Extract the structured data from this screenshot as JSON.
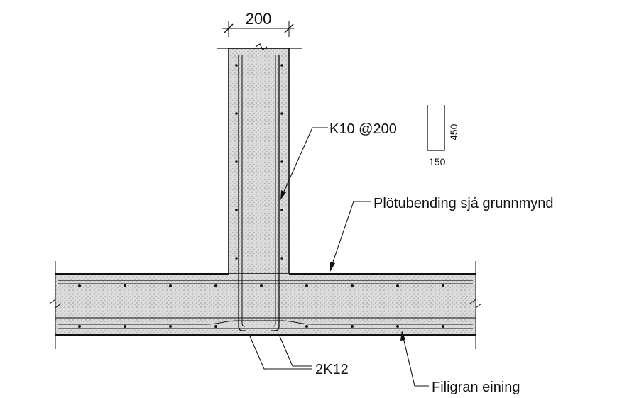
{
  "dimensions": {
    "wall_width": "200",
    "stirrup_height": "450",
    "stirrup_width": "150"
  },
  "labels": {
    "wall_rebar": "K10 @200",
    "top_bending": "Plötubending sjá grunnmynd",
    "bottom_bars": "2K12",
    "precast_unit": "Filigran eining"
  },
  "colors": {
    "line": "#111111",
    "concrete_fill": "#d6d6d6",
    "background": "#ffffff"
  }
}
